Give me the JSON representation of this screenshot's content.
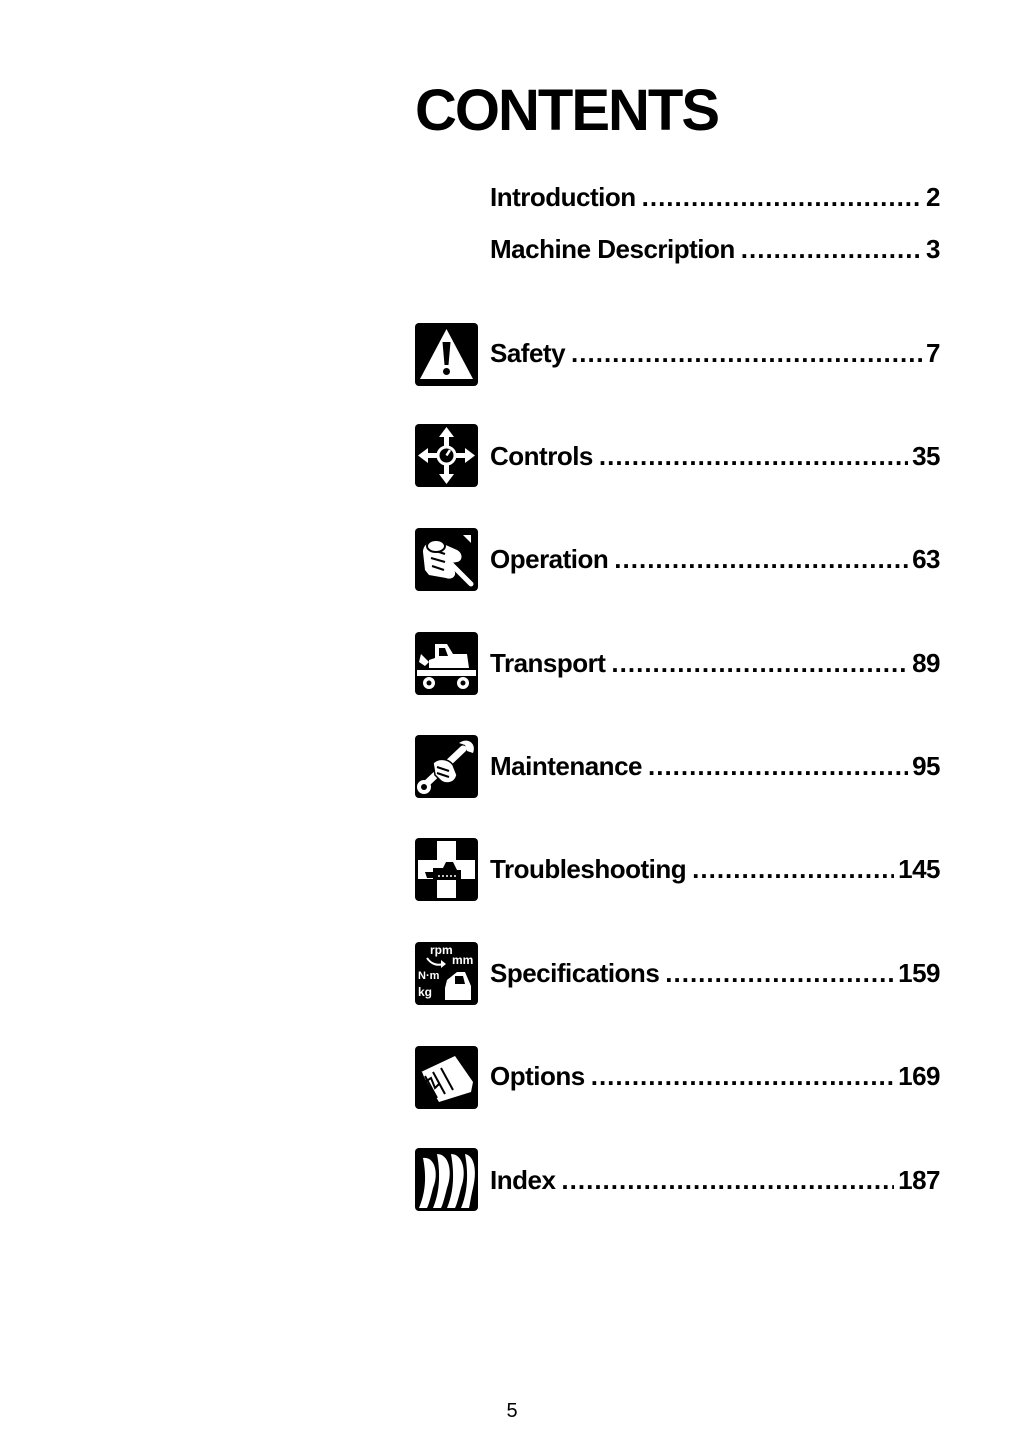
{
  "title": "CONTENTS",
  "leader": "................................................................................................",
  "entries": [
    {
      "label": "Introduction",
      "page": "2",
      "icon": null
    },
    {
      "label": "Machine Description",
      "page": "3",
      "icon": null
    },
    {
      "label": "Safety",
      "page": "7",
      "icon": "warning-triangle-icon"
    },
    {
      "label": "Controls",
      "page": "35",
      "icon": "controls-arrows-icon"
    },
    {
      "label": "Operation",
      "page": "63",
      "icon": "hand-lever-icon"
    },
    {
      "label": "Transport",
      "page": "89",
      "icon": "trailer-loader-icon"
    },
    {
      "label": "Maintenance",
      "page": "95",
      "icon": "wrench-hand-icon"
    },
    {
      "label": "Troubleshooting",
      "page": "145",
      "icon": "loader-cross-icon"
    },
    {
      "label": "Specifications",
      "page": "159",
      "icon": "specifications-units-icon"
    },
    {
      "label": "Options",
      "page": "169",
      "icon": "bucket-icon"
    },
    {
      "label": "Index",
      "page": "187",
      "icon": "index-tabs-icon"
    }
  ],
  "spec_icon_text": {
    "rpm": "rpm",
    "mm": "mm",
    "nm": "N·m",
    "kg": "kg"
  },
  "footer": {
    "page_number": "5"
  }
}
